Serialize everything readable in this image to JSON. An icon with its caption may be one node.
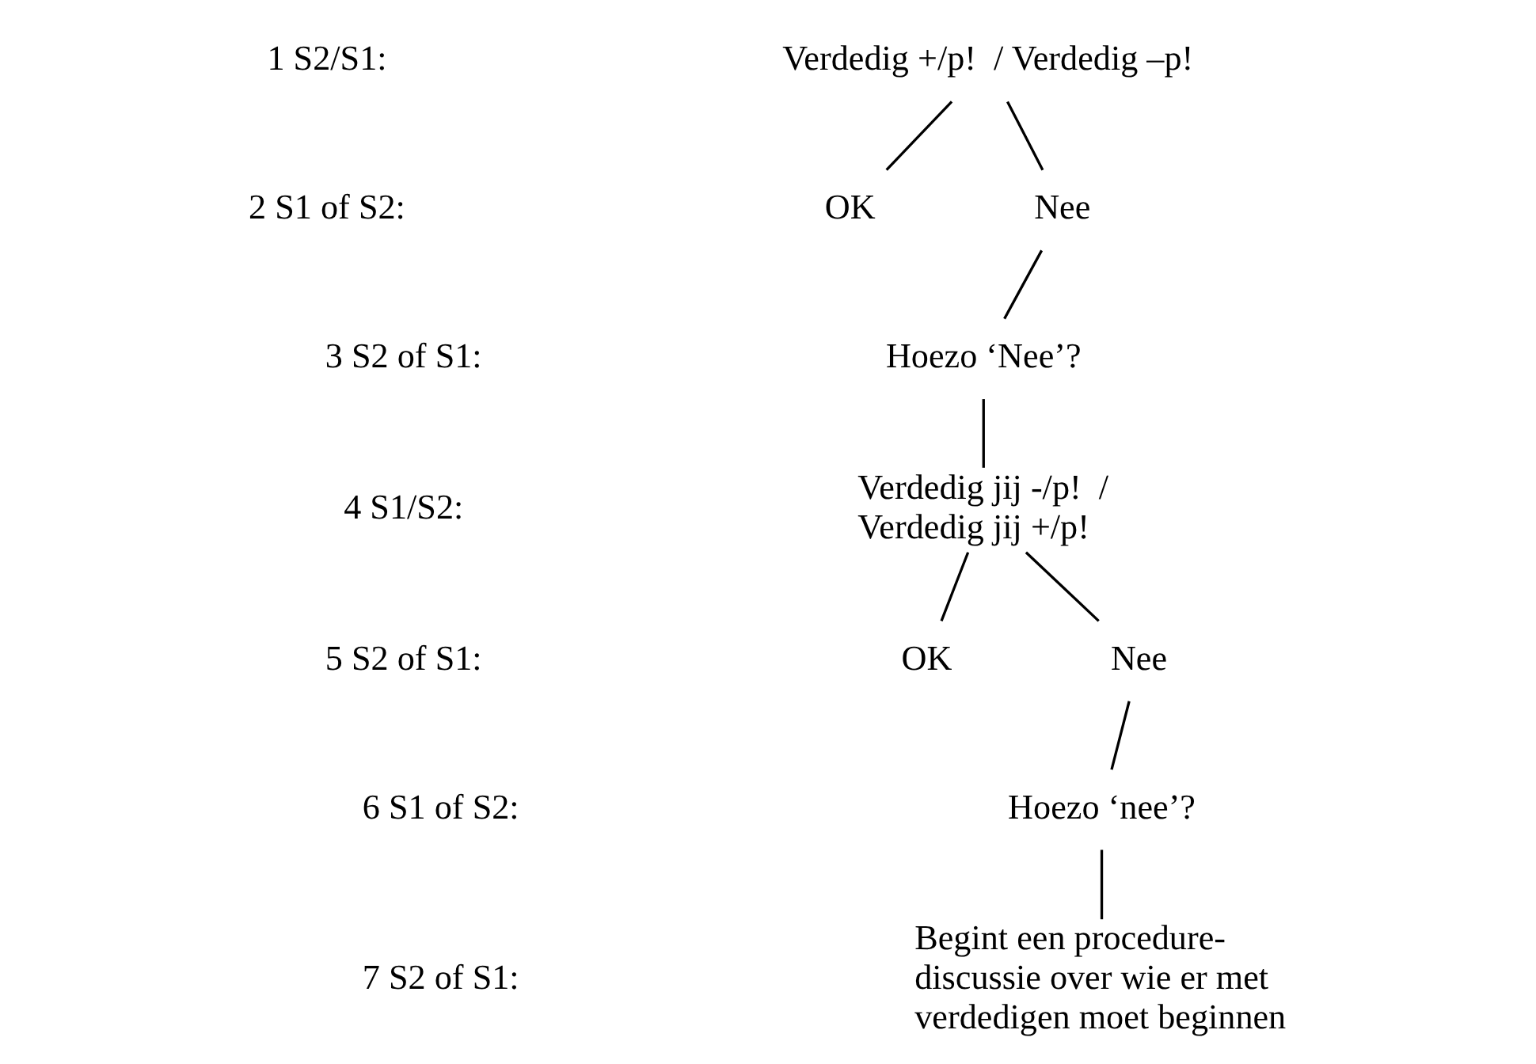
{
  "diagram": {
    "nodes": [
      {
        "text": [
          "Verdedig +/p!  / Verdedig –p!"
        ]
      },
      {
        "text": [
          "OK"
        ]
      },
      {
        "text": [
          "Nee"
        ]
      },
      {
        "text": [
          "Hoezo ‘Nee’?"
        ]
      },
      {
        "text": [
          "Verdedig jij -/p!  / Verdedig jij +/p!"
        ]
      },
      {
        "text": [
          "OK"
        ]
      },
      {
        "text": [
          "Nee"
        ]
      },
      {
        "text": [
          "Hoezo ‘nee’?"
        ]
      },
      {
        "text": [
          "Begint een procedure-discussie over wie er met verdedigen moet beginnen"
        ]
      }
    ],
    "edges": [
      {
        "from": 0,
        "to": 1,
        "arrow": "none"
      },
      {
        "from": 0,
        "to": 2,
        "arrow": "none"
      },
      {
        "from": 2,
        "to": 3,
        "arrow": "none"
      },
      {
        "from": 3,
        "to": 4,
        "arrow": "none"
      },
      {
        "from": 4,
        "to": 5,
        "arrow": "none"
      },
      {
        "from": 4,
        "to": 6,
        "arrow": "none"
      },
      {
        "from": 6,
        "to": 7,
        "arrow": "none"
      },
      {
        "from": 7,
        "to": 8,
        "arrow": "none"
      }
    ],
    "labels": [
      "1 S2/S1:",
      "2 S1 of S2:",
      "3 S2 of S1:",
      "4 S1/S2:",
      "5 S2 of S1:",
      "6 S1 of S2:",
      "7 S2 of S1:"
    ]
  }
}
